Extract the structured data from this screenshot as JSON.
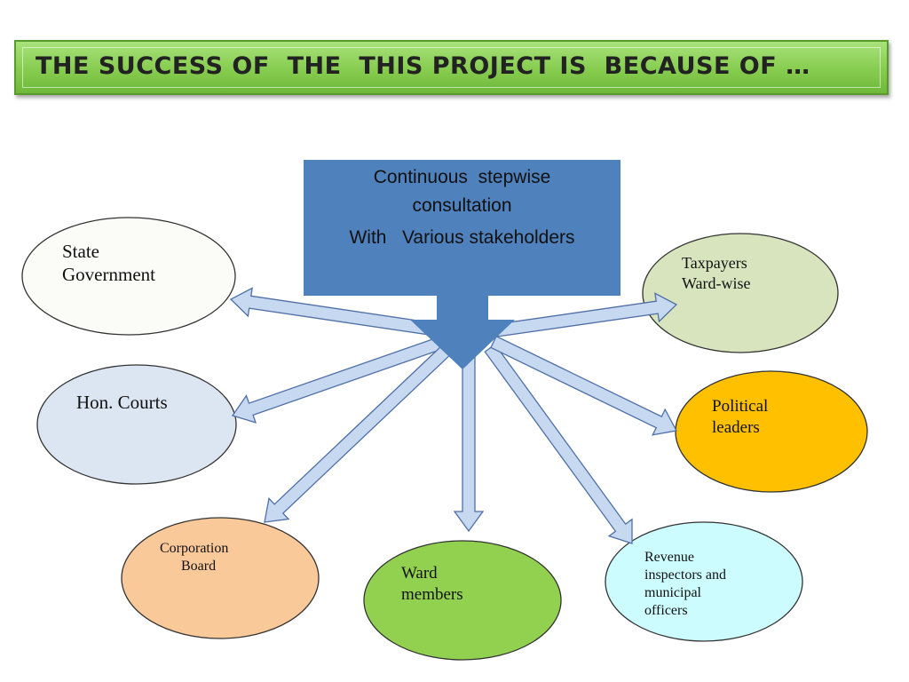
{
  "title": "THE SUCCESS OF  THE  THIS PROJECT IS  BECAUSE OF …",
  "center": {
    "line1": "Continuous  stepwise",
    "line2": "consultation",
    "line3": "With   Various stakeholders"
  },
  "colors": {
    "title_bar": "#86cc4f",
    "center_box": "#4f81bd",
    "arrow_fill": "#c6d9f1",
    "arrow_stroke": "#4f6fa5"
  },
  "stakeholders": [
    {
      "id": "state-government",
      "label": "State\nGovernment",
      "color": "#fbfbf8"
    },
    {
      "id": "hon-courts",
      "label": "Hon. Courts",
      "color": "#dce6f2"
    },
    {
      "id": "corporation-board",
      "label": "Corporation\n      Board",
      "color": "#fac99a"
    },
    {
      "id": "ward-members",
      "label": "Ward\nmembers",
      "color": "#92d050"
    },
    {
      "id": "revenue-inspectors",
      "label": "Revenue\ninspectors and\nmunicipal\nofficers",
      "color": "#ccfcfe"
    },
    {
      "id": "political-leaders",
      "label": "Political\nleaders",
      "color": "#ffc000"
    },
    {
      "id": "taxpayers",
      "label": "Taxpayers\nWard-wise",
      "color": "#d7e4bd"
    }
  ]
}
